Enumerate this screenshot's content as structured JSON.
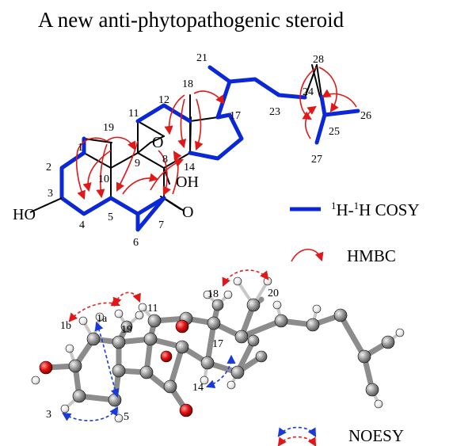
{
  "title": "A new anti-phytopathogenic steroid",
  "colors": {
    "bond": "#000000",
    "cosy": "#0a28d6",
    "hmbc": "#e01818",
    "noesy_blue": "#1a3ad8",
    "noesy_red": "#e02020",
    "carbon": "#8a8a8a",
    "hydrogen": "#e8e8e8",
    "oxygen": "#e01010"
  },
  "atoms": {
    "hydroxyl_3": "HO",
    "hydroxyl_8": "OH",
    "epoxide_o": "O",
    "ketone_o": "O"
  },
  "structure_labels": [
    "1",
    "2",
    "3",
    "4",
    "5",
    "6",
    "7",
    "8",
    "9",
    "10",
    "11",
    "12",
    "14",
    "17",
    "18",
    "19",
    "21",
    "23",
    "24",
    "25",
    "26",
    "27",
    "28"
  ],
  "legend": {
    "cosy_label": "H-H COSY",
    "cosy_sup": "1",
    "hmbc_label": "HMBC",
    "noesy_label": "NOESY"
  },
  "model_labels": [
    "1b",
    "1a",
    "11",
    "19",
    "18",
    "20",
    "17",
    "14",
    "3",
    "5"
  ]
}
